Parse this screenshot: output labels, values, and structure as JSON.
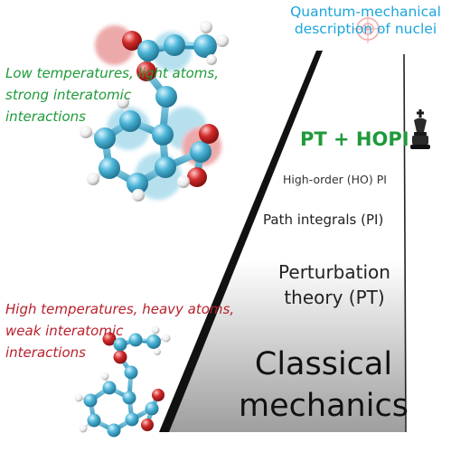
{
  "diagram": {
    "top_label": [
      "Quantum-mechanical",
      "description of nuclei"
    ],
    "high_accuracy_conditions": [
      "Low temperatures, light atoms,",
      "strong interatomic",
      "interactions"
    ],
    "low_accuracy_conditions": [
      "High temperatures, heavy atoms,",
      "weak interatomic",
      "interactions"
    ],
    "methods": {
      "pt_hopi": "PT + HOPI",
      "high_order_pi": "High-order (HO) PI",
      "path_integrals": "Path integrals (PI)",
      "perturbation_theory": [
        "Perturbation",
        "theory (PT)"
      ],
      "classical_mechanics": [
        "Classical",
        "mechanics"
      ]
    },
    "icons": [
      "target-icon",
      "chess-king-icon"
    ],
    "colors": {
      "quantum_label": "#1ba6dc",
      "high_accuracy_text": "#1f9a3a",
      "low_accuracy_text": "#b8202c",
      "carbon_atom": "#4bb4d6",
      "oxygen_atom": "#d22a2a",
      "hydrogen_atom": "#f2f2f2"
    }
  }
}
